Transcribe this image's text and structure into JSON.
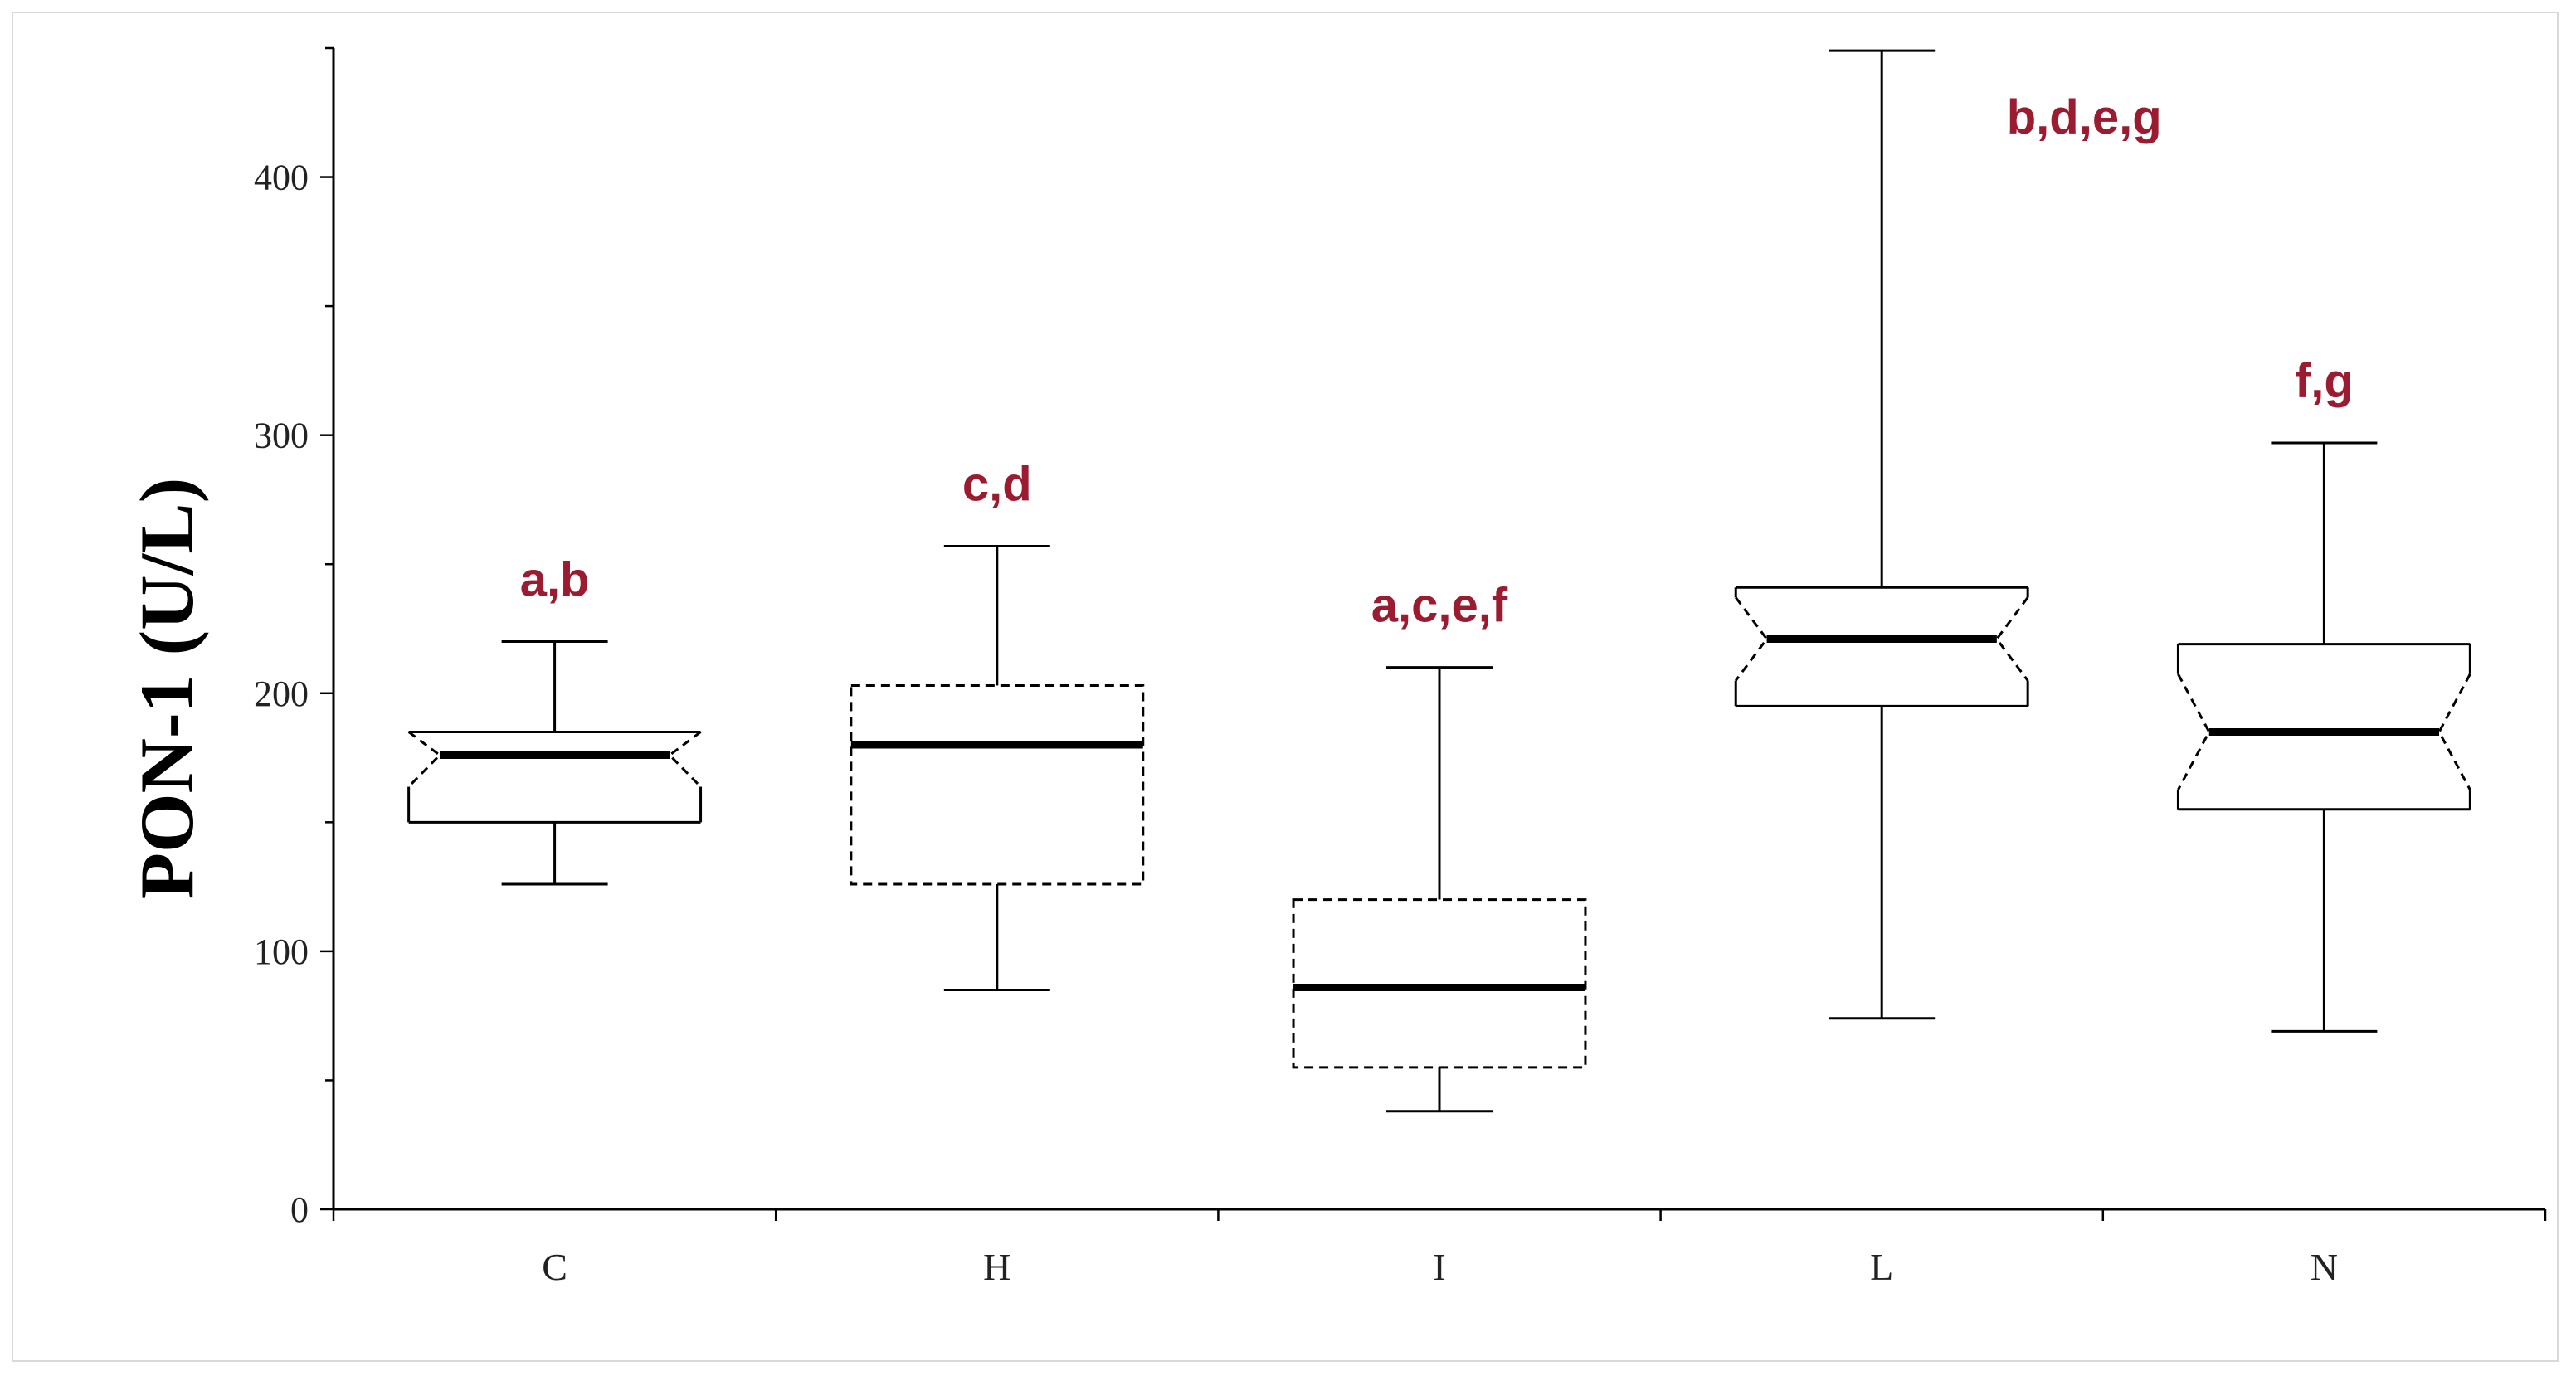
{
  "chart_data": {
    "type": "box",
    "ylabel": "PON-1 (U/L)",
    "xlabel": "",
    "title": "",
    "ylim": [
      0,
      450
    ],
    "yticks": [
      0,
      100,
      200,
      300,
      400
    ],
    "y_minor_step": 50,
    "grid": false,
    "legend": "none",
    "categories": [
      "C",
      "H",
      "I",
      "L",
      "N"
    ],
    "boxes": [
      {
        "category": "C",
        "min": 126,
        "q1": 150,
        "median": 176,
        "q3": 185,
        "max": 220,
        "notched": true,
        "dashed": false,
        "annotation": "a,b"
      },
      {
        "category": "H",
        "min": 85,
        "q1": 126,
        "median": 180,
        "q3": 203,
        "max": 257,
        "notched": false,
        "dashed": true,
        "annotation": "c,d"
      },
      {
        "category": "I",
        "min": 38,
        "q1": 55,
        "median": 86,
        "q3": 120,
        "max": 210,
        "notched": false,
        "dashed": true,
        "annotation": "a,c,e,f"
      },
      {
        "category": "L",
        "min": 74,
        "q1": 195,
        "median": 221,
        "q3": 241,
        "max": 449,
        "notched": true,
        "dashed": false,
        "annotation": "b,d,e,g"
      },
      {
        "category": "N",
        "min": 69,
        "q1": 155,
        "median": 185,
        "q3": 219,
        "max": 297,
        "notched": true,
        "dashed": false,
        "annotation": "f,g"
      }
    ],
    "colors": {
      "annotation": "#9b1b30",
      "box_stroke": "#000000",
      "axis": "#000000"
    }
  }
}
